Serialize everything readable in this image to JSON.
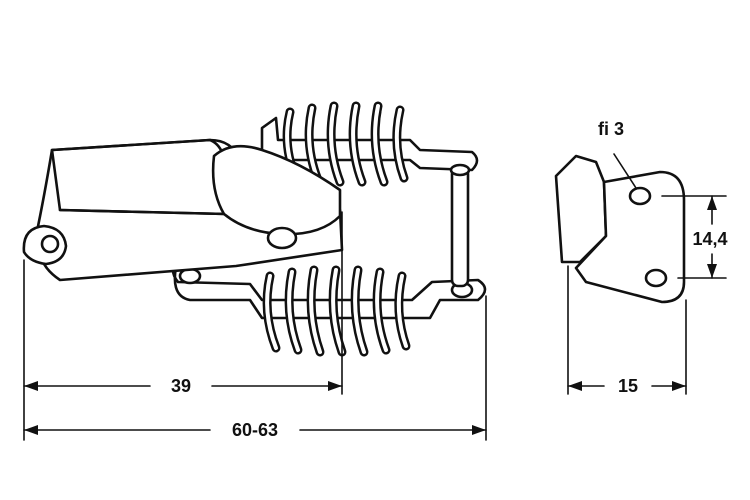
{
  "diagram": {
    "dimensions": {
      "length_to_spring": "39",
      "overall_length": "60-63",
      "hole_diameter": "fi 3",
      "hole_spacing": "14,4",
      "plate_width": "15"
    }
  }
}
